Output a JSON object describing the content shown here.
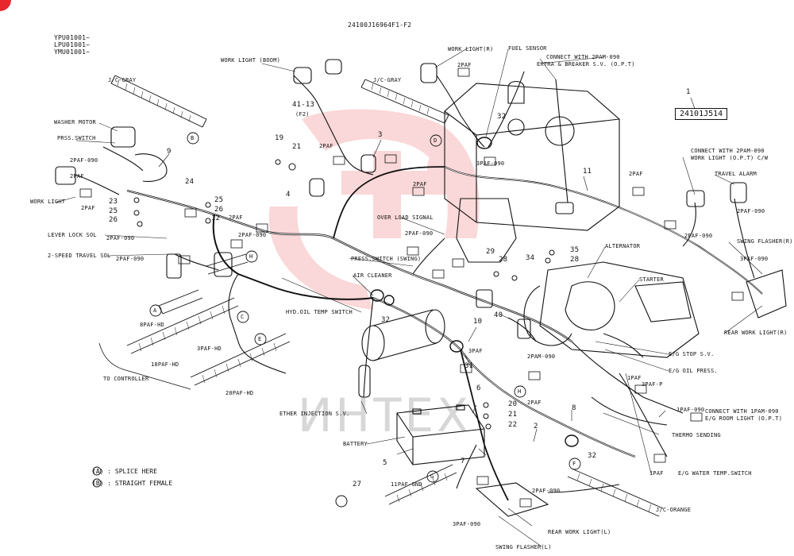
{
  "doc": {
    "code": "24100J16964F1-F2",
    "models": [
      "YPU01001~",
      "LPU01001~",
      "YMU01001~"
    ],
    "part_number": "24101J514",
    "part_index": "1",
    "watermark_text": "ИНТЕХ"
  },
  "legend": {
    "a": "(A) : SPLICE HERE",
    "b": "(B) : STRAIGHT FEMALE"
  },
  "labels": {
    "washer_motor": "WASHER MOTOR",
    "press_switch": "PRSS.SWITCH",
    "work_light": "WORK LIGHT",
    "work_light_boom": "WORK LIGHT (BOOM)",
    "jc_gray_left": "J/C-GRAY",
    "jc_gray_mid": "J/C-GRAY",
    "work_light_r": "WORK LIGHT(R)",
    "fuel_sensor": "FUEL SENSOR",
    "connect_2pam_top": "CONNECT WITH 2PAM-090",
    "extra_breaker": "EXTRA & BREAKER S.V. (O.P.T)",
    "connect_2pam_right": "CONNECT WITH 2PAM-090",
    "work_light_cw": "WORK LIGHT (O.P.T) C/W",
    "travel_alarm": "TRAVEL ALARM",
    "swing_flasher_r": "SWING FLASHER(R)",
    "rear_work_light_r": "REAR WORK LIGHT(R)",
    "over_load_signal": "OVER LOAD SIGNAL",
    "lever_lock_sol": "LEVER LOCK SOL",
    "two_speed_travel_sol": "2-SPEED TRAVEL SOL",
    "press_switch_swing": "PRESS.SWITCH (SWING)",
    "air_cleaner": "AIR CLEANER",
    "alternator": "ALTERNATOR",
    "starter": "STARTER",
    "hyd_oil_temp": "HYD.OIL TEMP SWITCH",
    "eg_stop_sv": "E/G STOP S.V.",
    "eg_oil_press": "E/G OIL PRESS.",
    "connect_1pam": "CONNECT WITH 1PAM-090",
    "eg_room_light": "E/G ROOM LIGHT (O.P.T)",
    "thermo_sending": "THERMO SENDING",
    "eg_water_temp": "E/G WATER TEMP.SWITCH",
    "ether_injection": "ETHER INJECTION S.V.",
    "battery": "BATTERY",
    "to_controller": "TO CONTROLLER",
    "rear_work_light_l": "REAR WORK LIGHT(L)",
    "swing_flasher_l": "SWING FLASHER(L)",
    "jc_orange": "J/C-ORANGE",
    "8paf_hd": "8PAF-HD",
    "18paf_hd": "18PAF-HD",
    "3paf_hd": "3PAF-HD",
    "20paf_hd": "20PAF-HD",
    "11paf_gnd": "11PAF-GND",
    "f2": "(F2)"
  },
  "connectors": [
    "2PAF",
    "2PAF-090",
    "3PAF-090",
    "1PAF-090",
    "3PAF-P",
    "2PAM-090",
    "1PAF",
    "3PAF"
  ],
  "callout_numbers": [
    "1",
    "2",
    "3",
    "4",
    "5",
    "6",
    "7",
    "8",
    "9",
    "10",
    "11",
    "12",
    "19",
    "20",
    "21",
    "22",
    "23",
    "24",
    "25",
    "26",
    "27",
    "28",
    "29",
    "31",
    "32",
    "34",
    "35",
    "40",
    "41-13"
  ],
  "splice_letters": [
    "A",
    "B",
    "C",
    "D",
    "E",
    "F",
    "G",
    "H"
  ],
  "colors": {
    "line": "#111111",
    "watermark": "#e8262d",
    "corner": "#e8262d"
  }
}
